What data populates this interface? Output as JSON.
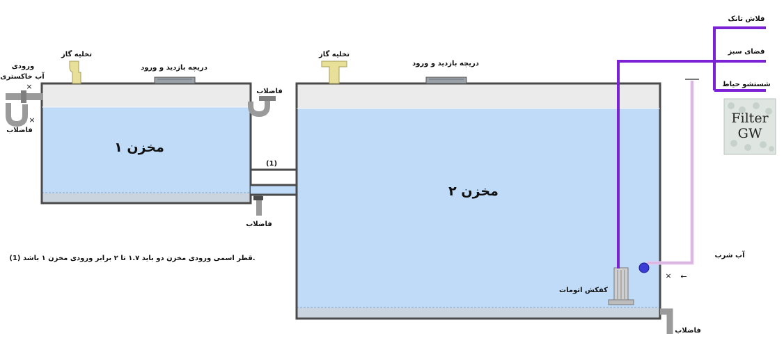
{
  "tank1": {
    "title": "مخزن ۱",
    "gas_vent_label": "تخلیه گاز",
    "inspection_hatch_label": "دریچه بازدید و ورود",
    "greywater_inlet_label": [
      "ورودی",
      "آب خاکستری"
    ],
    "drain_left_label": "فاضلاب",
    "overflow_label": "فاضلاب",
    "bottom_drain_label": "فاضلاب"
  },
  "connector": {
    "marker": "(1)"
  },
  "tank2": {
    "title": "مخزن ۲",
    "gas_vent_label": "تخلیه گاز",
    "inspection_hatch_label": "دریچه بازدید و ورود",
    "pump_label": "کفکش اتومات",
    "bottom_drain_label": "فاضلاب"
  },
  "outlets": {
    "toilet_flush": "فلاش تانک",
    "green_space": "فضای سبز",
    "yard_wash": "شستشو حیاط"
  },
  "filter": {
    "line1": "Filter",
    "line2": "GW"
  },
  "potable": {
    "label": "آب شرب",
    "mark": "×",
    "arrow": "←"
  },
  "inlet_mark": "×",
  "note": "(1) قطر اسمی ورودی مخزن دو باید ۱.۷ تا ۲ برابر ورودی مخزن ۱ باشد.",
  "colors": {
    "water": "#bfdbf8",
    "air": "#ebebeb",
    "sediment": "#c9d4df",
    "wall": "#4a4a4a",
    "pipe_gray": "#9a9a9a",
    "gas_vent": "#e8df99",
    "purple_pipe": "#7a22d4",
    "potable_pipe": "#e6c6ec",
    "pump": "#cfcfcf"
  }
}
